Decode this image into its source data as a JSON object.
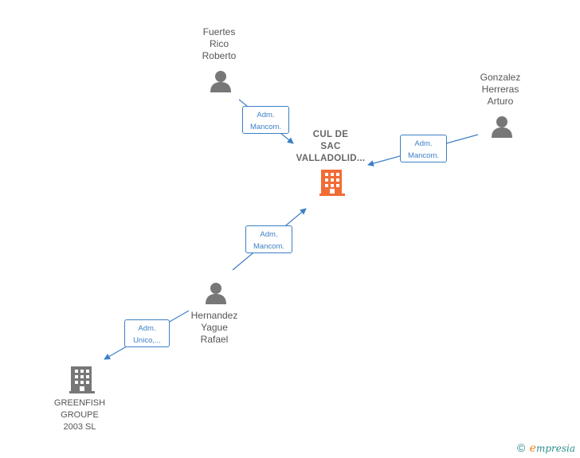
{
  "nodes": {
    "company_main": {
      "lines": [
        "CUL DE",
        "SAC",
        "VALLADOLID..."
      ]
    },
    "person_top": {
      "lines": [
        "Fuertes",
        "Rico",
        "Roberto"
      ]
    },
    "person_right": {
      "lines": [
        "Gonzalez",
        "Herreras",
        "Arturo"
      ]
    },
    "person_center": {
      "lines": [
        "Hernandez",
        "Yague",
        "Rafael"
      ]
    },
    "company_other": {
      "lines": [
        "GREENFISH",
        "GROUPE",
        "2003 SL"
      ]
    }
  },
  "edges": {
    "top_to_main": {
      "lines": [
        "Adm.",
        "Mancom."
      ]
    },
    "right_to_main": {
      "lines": [
        "Adm.",
        "Mancom."
      ]
    },
    "center_to_main": {
      "lines": [
        "Adm.",
        "Mancom."
      ]
    },
    "center_to_other": {
      "lines": [
        "Adm.",
        "Unico,..."
      ]
    }
  },
  "brand": {
    "copyright": "©",
    "e": "e",
    "rest": "mpresia"
  },
  "colors": {
    "edge": "#3d7fc6",
    "person": "#777777",
    "company_main": "#f26b35",
    "company_other": "#777777"
  }
}
